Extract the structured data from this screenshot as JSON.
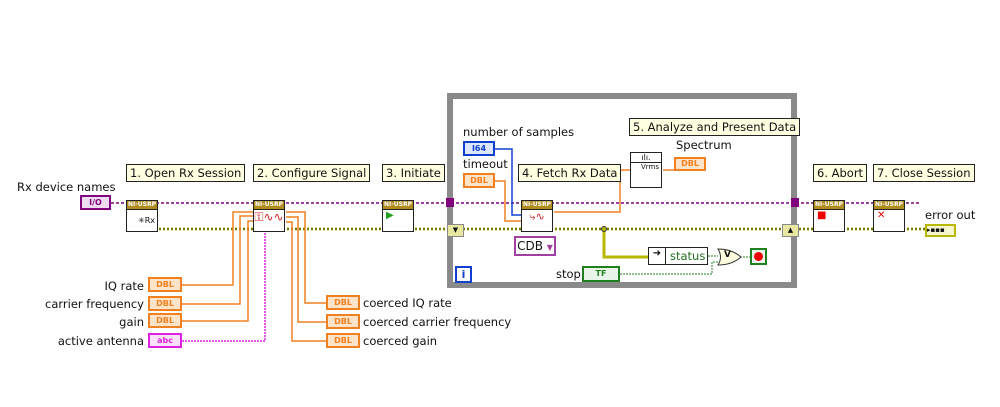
{
  "notes": {
    "open": "1. Open Rx Session",
    "config": "2. Configure Signal",
    "initiate": "3. Initiate",
    "fetch": "4. Fetch Rx Data",
    "analyze": "5. Analyze and Present Data",
    "abort": "6. Abort",
    "close": "7. Close Session"
  },
  "labels": {
    "rx_device_names": "Rx device names",
    "iq_rate": "IQ rate",
    "carrier_frequency": "carrier frequency",
    "gain": "gain",
    "active_antenna": "active antenna",
    "coerced_iq_rate": "coerced IQ rate",
    "coerced_carrier_frequency": "coerced carrier frequency",
    "coerced_gain": "coerced gain",
    "number_of_samples": "number of samples",
    "timeout": "timeout",
    "spectrum": "Spectrum",
    "stop": "stop",
    "error_out": "error out",
    "status": "status"
  },
  "terminals": {
    "io": "I/O",
    "dbl": "DBL",
    "abc": "abc",
    "i64": "I64",
    "tf": "TF",
    "cdb": "CDB",
    "iter": "i",
    "or": "V"
  },
  "node_header": "NI-USRP",
  "colors": {
    "refnum": "#800080",
    "error": "#b8b800",
    "dbl": "#f08020",
    "string": "#e020e0",
    "i64": "#1040d0",
    "boolean": "#208020",
    "loop": "#888888"
  }
}
